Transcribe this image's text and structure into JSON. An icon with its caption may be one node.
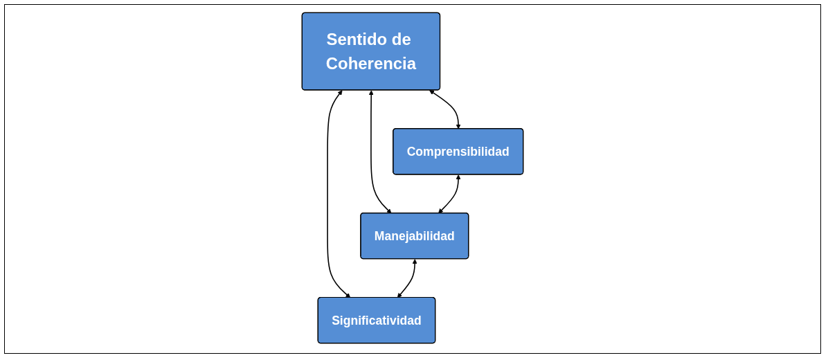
{
  "diagram": {
    "nodes": [
      {
        "text": [
          "Sentido de Coherencia"
        ]
      },
      {
        "text": [
          "Comprensibilidad"
        ]
      },
      {
        "text": [
          "Manejabilidad"
        ]
      },
      {
        "text": [
          "Significatividad"
        ]
      }
    ],
    "edges": [
      {
        "from": 0,
        "to": 1,
        "arrow": "both"
      },
      {
        "from": 0,
        "to": 2,
        "arrow": "both"
      },
      {
        "from": 0,
        "to": 3,
        "arrow": "both"
      },
      {
        "from": 1,
        "to": 2,
        "arrow": "both"
      },
      {
        "from": 2,
        "to": 3,
        "arrow": "both"
      }
    ]
  }
}
